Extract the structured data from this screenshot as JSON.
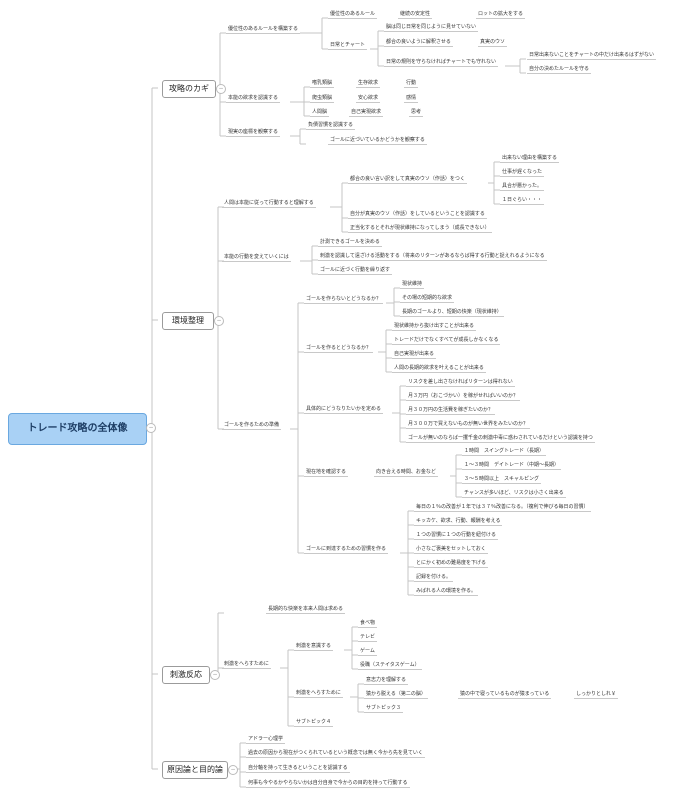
{
  "root": "トレード攻略の全体像",
  "sections": {
    "kagi": "攻略のカギ",
    "kankyo": "環境整理",
    "shigeki": "刺激反応",
    "genin": "原因論と目的論"
  },
  "kagi": {
    "a": "優位性のあるルールを構築する",
    "a1": "優位性のあるルール",
    "a1a": "継続の安定性",
    "a1b": "ロットの拡大をする",
    "a2": "日常とチャート",
    "a2a": "脳は同じ日常を同じように見せていない",
    "a2b": "都合の良いように解釈させる",
    "a2b1": "真実のウソ",
    "a2c": "日常の規則を守らなければチャートでも守れない",
    "a2c1": "日常出来ないことをチャートの中だけ出来るはずがない",
    "a2c2": "自分の決めたルールを守る",
    "b": "本能の欲求を認識する",
    "b1": "嗜乳類脳",
    "b1a": "生存欲求",
    "b1b": "行動",
    "b2": "爬虫類脳",
    "b2a": "安心欲求",
    "b2b": "感情",
    "b3": "人間脳",
    "b3a": "自己実現欲求",
    "b3b": "思考",
    "c": "現実の座標を観察する",
    "c1": "負債習慣を認識する",
    "c2": "ゴールに近づいているかどうかを観察する"
  },
  "kankyo": {
    "a": "人間は本能に従って行動すると理解する",
    "a1": "都合の良い言い訳をして真実のウソ（作話）をつく",
    "a1a": "出来ない理由を構築する",
    "a1b": "仕事が遅くなった",
    "a1c": "具合が悪かった。",
    "a1d": "１日ぐらい・・・",
    "a2": "自分が真実のウソ（作話）をしているということを認識する",
    "a3": "正当化するとそれが現状維持になってしまう（成長できない）",
    "b": "本能の行動を変えていくには",
    "b1": "計測できるゴールを決める",
    "b2": "刺激を認識して遠ざける活動をする（将来のリターンがあるならば得する行動と捉えれるようになる",
    "b3": "ゴールに近づく行動を繰り返す",
    "c": "ゴールを作るための準備",
    "c1": "ゴールを作らないとどうなるか？",
    "c1a": "現状維持",
    "c1b": "その場の短期的な欲求",
    "c1c": "長期のゴールより、短期の快楽（現状維持）",
    "c2": "ゴールを作るとどうなるか？",
    "c2a": "現状維持から抜け出すことが出来る",
    "c2b": "トレードだけでなくすべてが成長しかなくなる",
    "c2c": "自己実現が出来る",
    "c2d": "人間の長期的欲求を叶えることが出来る",
    "c3": "具体的にどうなりたいかを定める",
    "c3a": "リスクを差し出さなければリターンは得れない",
    "c3b": "月３万円（おこづかい）を稼がせればいいのか？",
    "c3c": "月３０万円の生活費を稼ぎたいのか？",
    "c3d": "月３００万で買えないものが無い世界をみたいのか？",
    "c3e": "ゴールが無いのならば一攫千金の刺激中毒に惑わされているだけという認識を持つ",
    "c4": "現在地を確認する",
    "c4a": "向き合える時間、お金など",
    "c4a1": "１時間　スイングトレード（長期）",
    "c4a2": "１～３時間　デイトレード（中期～長期）",
    "c4a3": "３～５時間以上　スキャルピング",
    "c4a4": "チャンスが多いほど、リスクは小さく出来る",
    "c5": "ゴールに到達するための習慣を作る",
    "c5a": "毎日の１％の改善が１年では３７％改善になる。（複利で伸びる毎日の習慣）",
    "c5b": "キッカケ、欲求、行動、報酬を考える",
    "c5c": "１つの習慣に１つの行動を紐付ける",
    "c5d": "小さなご褒美をセットしておく",
    "c5e": "とにかく初めの難易度を下げる",
    "c5f": "記録を付ける。",
    "c5g": "みばれる人の環境を作る。"
  },
  "shigeki": {
    "top": "長期的な快楽を本来人間は求める",
    "a": "刺激をへらすために",
    "a1": "刺激を意識する",
    "a1a": "食べ物",
    "a1b": "テレビ",
    "a1c": "ゲーム",
    "a1d": "役職（ステイタスゲーム）",
    "a2": "刺激をへらすために",
    "a2a": "意志力を理解する",
    "a2b": "猿から脱える（第二の脳）",
    "a2b1": "猿の中で寝っているものが猿まっている",
    "a2b2": "しっかりとしれ￥",
    "a2c": "サブトピック３",
    "a3": "サブトピック４"
  },
  "genin": {
    "a": "アドラー心理学",
    "b": "過去の原因から現在がつくられているという概念では無く今から先を見ていく",
    "c": "自分軸を持って生きるということを認識する",
    "d": "何事も今やるかやらないかは自分自身で今からの目的を持って行動する"
  }
}
